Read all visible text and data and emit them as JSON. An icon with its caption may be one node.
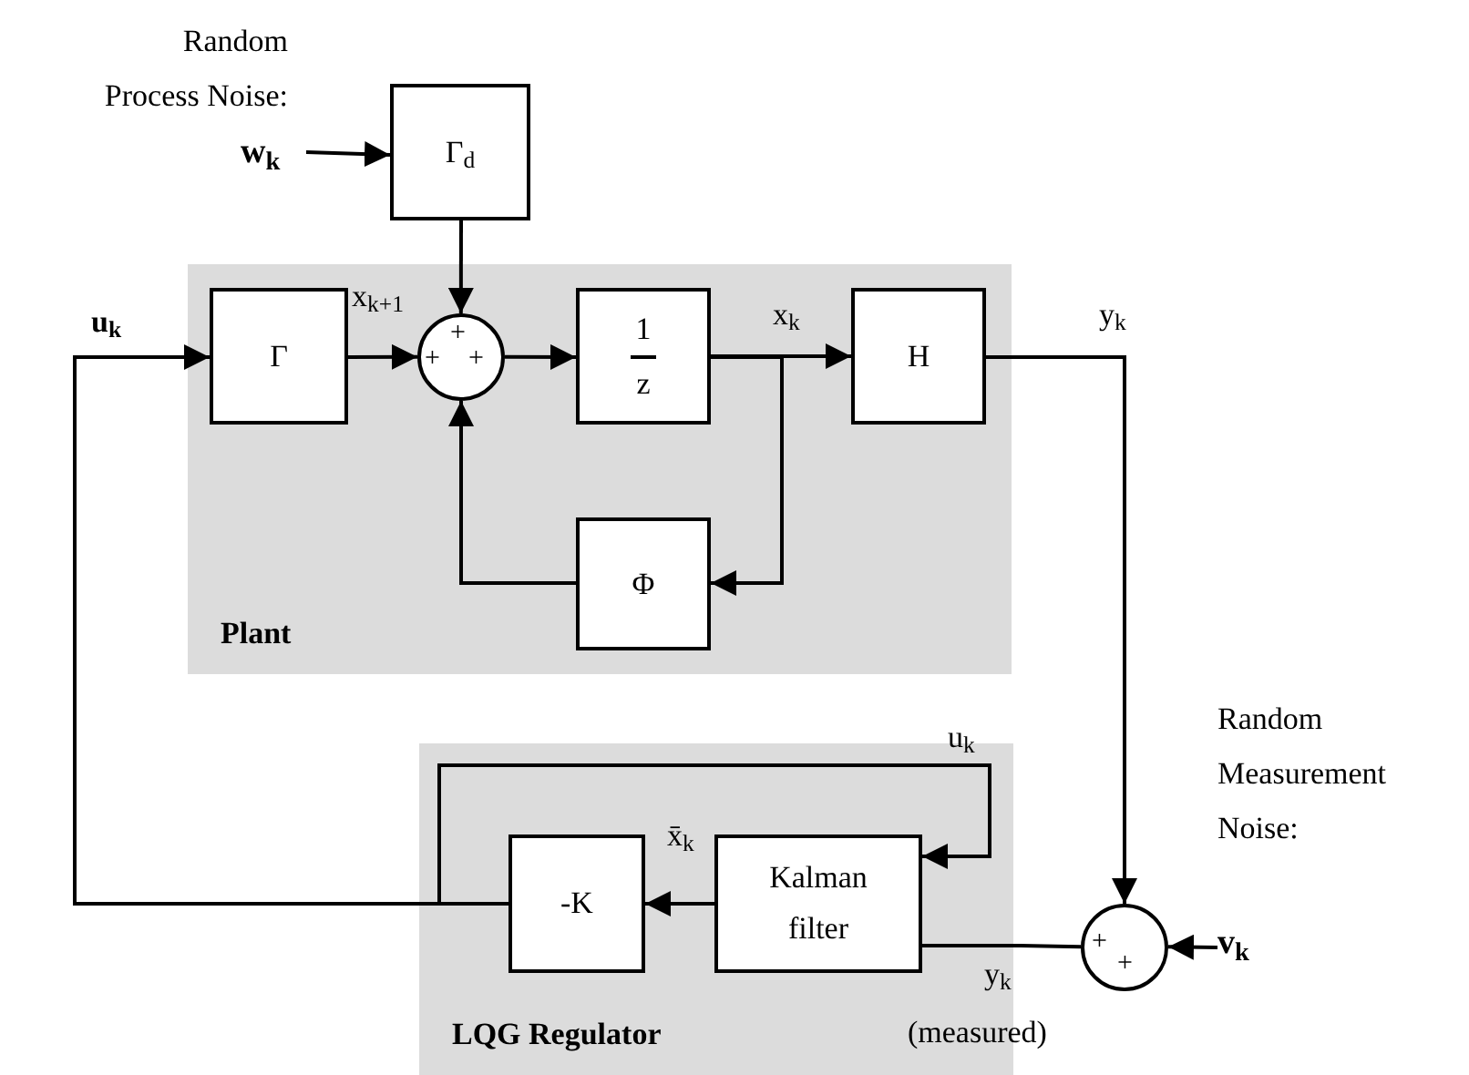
{
  "diagram": {
    "nodes": [
      {
        "text": [
          "Plant"
        ]
      },
      {
        "text": [
          "Γ"
        ],
        "in": 0
      },
      {
        "text": [
          "+",
          "+",
          "+"
        ],
        "in": 0
      },
      {
        "text": [
          "1",
          "z"
        ],
        "in": 0
      },
      {
        "text": [
          "H"
        ],
        "in": 0
      },
      {
        "text": [
          "Φ"
        ],
        "in": 0
      },
      {
        "text": [
          "Γ$_{d}$"
        ]
      },
      {
        "text": [
          "w$_{k}$"
        ]
      },
      {
        "text": [
          "LQG Regulator"
        ]
      },
      {
        "text": [
          "-K"
        ],
        "in": 8
      },
      {
        "text": [
          "Kalman filter"
        ],
        "in": 8
      },
      {
        "text": [
          "+",
          "+"
        ]
      },
      {
        "text": [
          "v$_{k}$"
        ]
      }
    ],
    "edges": [
      {
        "from": 7,
        "to": 6,
        "arrow": "to"
      },
      {
        "from": 6,
        "to": 2,
        "arrow": "to"
      },
      {
        "from": 1,
        "to": 2,
        "arrow": "to"
      },
      {
        "from": 2,
        "to": 3,
        "arrow": "to"
      },
      {
        "from": 3,
        "to": 4,
        "arrow": "to"
      },
      {
        "from": 3,
        "to": 5,
        "arrow": "to"
      },
      {
        "from": 5,
        "to": 2,
        "arrow": "to"
      },
      {
        "from": 4,
        "to": 11,
        "arrow": "to"
      },
      {
        "from": 12,
        "to": 11,
        "arrow": "to"
      },
      {
        "from": 11,
        "to": 10,
        "arrow": "none"
      },
      {
        "from": 10,
        "to": 9,
        "arrow": "to"
      },
      {
        "from": 9,
        "to": 1,
        "arrow": "to"
      },
      {
        "from": 9,
        "to": 10,
        "arrow": "to"
      }
    ],
    "labels": [
      "Random Process Noise:",
      "u$_{k}$",
      "x$_{k+1}$",
      "x$_{k}$",
      "y$_{k}$",
      "u$_{k}$",
      "x̄$_{k}$",
      "Random Measurement Noise:",
      "y$_{k}$",
      "(measured)"
    ]
  }
}
